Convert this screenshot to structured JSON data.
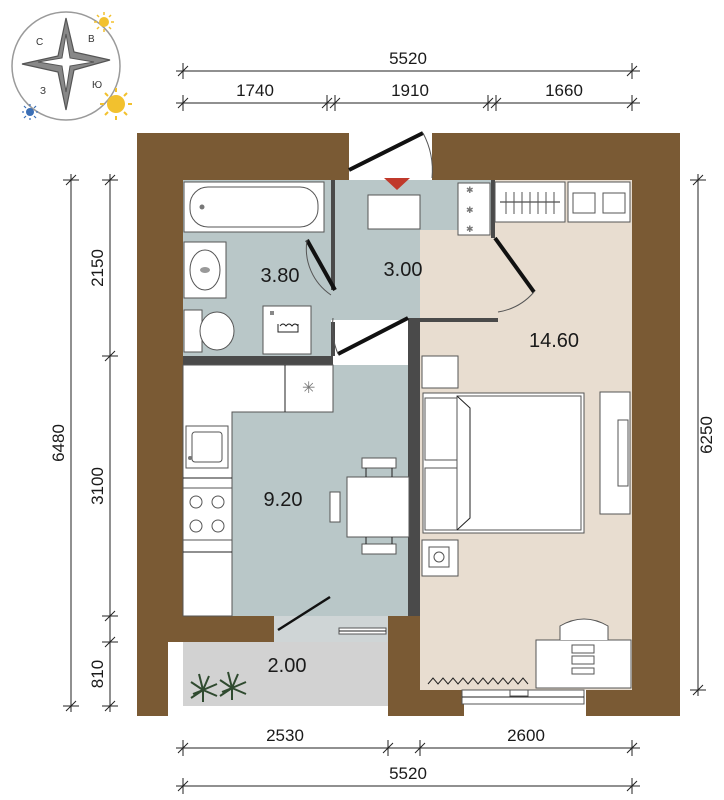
{
  "compass": {
    "labels": [
      "С",
      "В",
      "Ю",
      "З"
    ]
  },
  "dimensions": {
    "top_total": "5520",
    "top_segments": [
      "1740",
      "1910",
      "1660"
    ],
    "bottom_segments": [
      "2530",
      "2600"
    ],
    "bottom_total": "5520",
    "left_total": "6480",
    "left_segments": [
      "2150",
      "3100",
      "810"
    ],
    "right_total": "6250"
  },
  "rooms": {
    "bathroom": "3.80",
    "hall": "3.00",
    "kitchen": "9.20",
    "bedroom": "14.60",
    "balcony": "2.00"
  },
  "colors": {
    "wall": "#7a5a34",
    "wet_zone": "#b9c7c8",
    "living": "#e8ddd0",
    "balcony": "#d2d2d2",
    "door_mark": "#c0392b",
    "sun": "#f2c12e",
    "moon": "#3b6fb6"
  }
}
